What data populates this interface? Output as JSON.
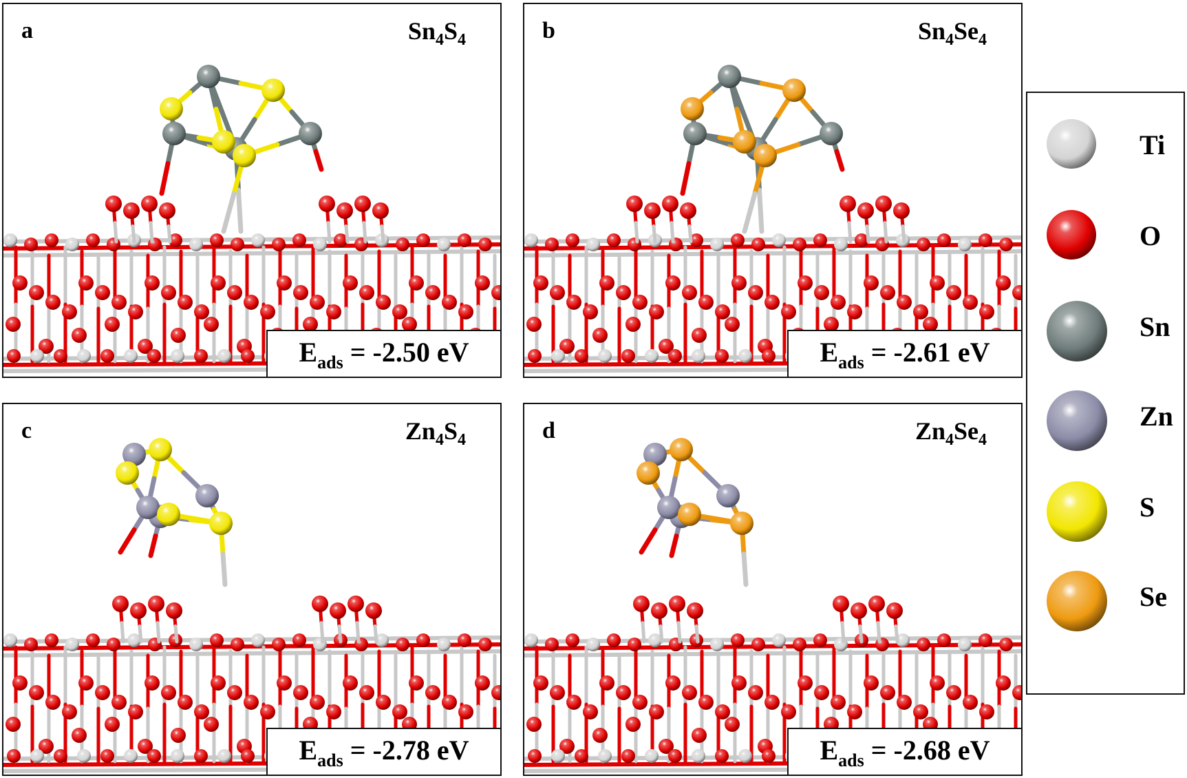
{
  "panels": [
    {
      "label": "a",
      "el": "Sn",
      "el_sub": "4",
      "ch": "S",
      "ch_sub": "4",
      "e_sym": "E",
      "e_sub": "ads",
      "e_val": " = -2.50 eV"
    },
    {
      "label": "b",
      "el": "Sn",
      "el_sub": "4",
      "ch": "Se",
      "ch_sub": "4",
      "e_sym": "E",
      "e_sub": "ads",
      "e_val": " = -2.61 eV"
    },
    {
      "label": "c",
      "el": "Zn",
      "el_sub": "4",
      "ch": "S",
      "ch_sub": "4",
      "e_sym": "E",
      "e_sub": "ads",
      "e_val": " = -2.78 eV"
    },
    {
      "label": "d",
      "el": "Zn",
      "el_sub": "4",
      "ch": "Se",
      "ch_sub": "4",
      "e_sym": "E",
      "e_sub": "ads",
      "e_val": " = -2.68 eV"
    }
  ],
  "legend": [
    {
      "label": "Ti",
      "color": "#d4d4d4"
    },
    {
      "label": "O",
      "color": "#e00000"
    },
    {
      "label": "Sn",
      "color": "#6e7c7b"
    },
    {
      "label": "Zn",
      "color": "#8c8ca8"
    },
    {
      "label": "S",
      "color": "#f2e600"
    },
    {
      "label": "Se",
      "color": "#ee9a10"
    }
  ]
}
